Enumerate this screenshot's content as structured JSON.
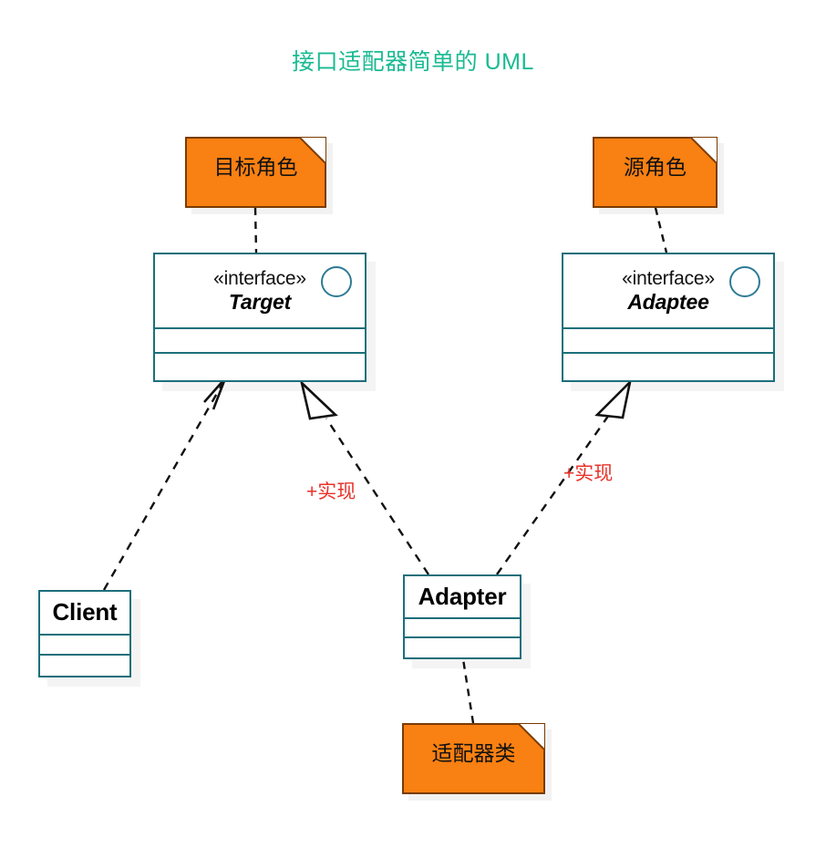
{
  "diagram": {
    "title": "接口适配器简单的 UML",
    "title_color": "#1aba92",
    "background_color": "#ffffff",
    "type": "uml-class-diagram"
  },
  "palette": {
    "box_border": "#1c6f7a",
    "interface_circle": "#2e7b95",
    "note_fill": "#f98012",
    "note_border": "#7a3b00",
    "edge_label": "#e8322a",
    "edge_line": "#111111"
  },
  "notes": [
    {
      "id": "note-target-role",
      "text": "目标角色"
    },
    {
      "id": "note-source-role",
      "text": "源角色"
    },
    {
      "id": "note-adapter-class",
      "text": "适配器类"
    }
  ],
  "classes": [
    {
      "id": "target",
      "stereotype": "«interface»",
      "name": "Target",
      "kind": "interface",
      "compartments": [
        "attributes",
        "operations"
      ]
    },
    {
      "id": "adaptee",
      "stereotype": "«interface»",
      "name": "Adaptee",
      "kind": "interface",
      "compartments": [
        "attributes",
        "operations"
      ]
    },
    {
      "id": "client",
      "stereotype": "",
      "name": "Client",
      "kind": "class",
      "compartments": [
        "attributes",
        "operations"
      ]
    },
    {
      "id": "adapter",
      "stereotype": "",
      "name": "Adapter",
      "kind": "class",
      "compartments": [
        "attributes",
        "operations"
      ]
    }
  ],
  "edges": [
    {
      "id": "edge-adapter-target",
      "from": "Adapter",
      "to": "Target",
      "type": "realization",
      "label": "+实现"
    },
    {
      "id": "edge-adapter-adaptee",
      "from": "Adapter",
      "to": "Adaptee",
      "type": "realization",
      "label": "+实现"
    },
    {
      "id": "edge-client-target",
      "from": "Client",
      "to": "Target",
      "type": "dependency",
      "label": ""
    },
    {
      "id": "edge-note-target",
      "from": "目标角色",
      "to": "Target",
      "type": "note-anchor",
      "label": ""
    },
    {
      "id": "edge-note-adaptee",
      "from": "源角色",
      "to": "Adaptee",
      "type": "note-anchor",
      "label": ""
    },
    {
      "id": "edge-note-adapter",
      "from": "适配器类",
      "to": "Adapter",
      "type": "note-anchor",
      "label": ""
    }
  ]
}
